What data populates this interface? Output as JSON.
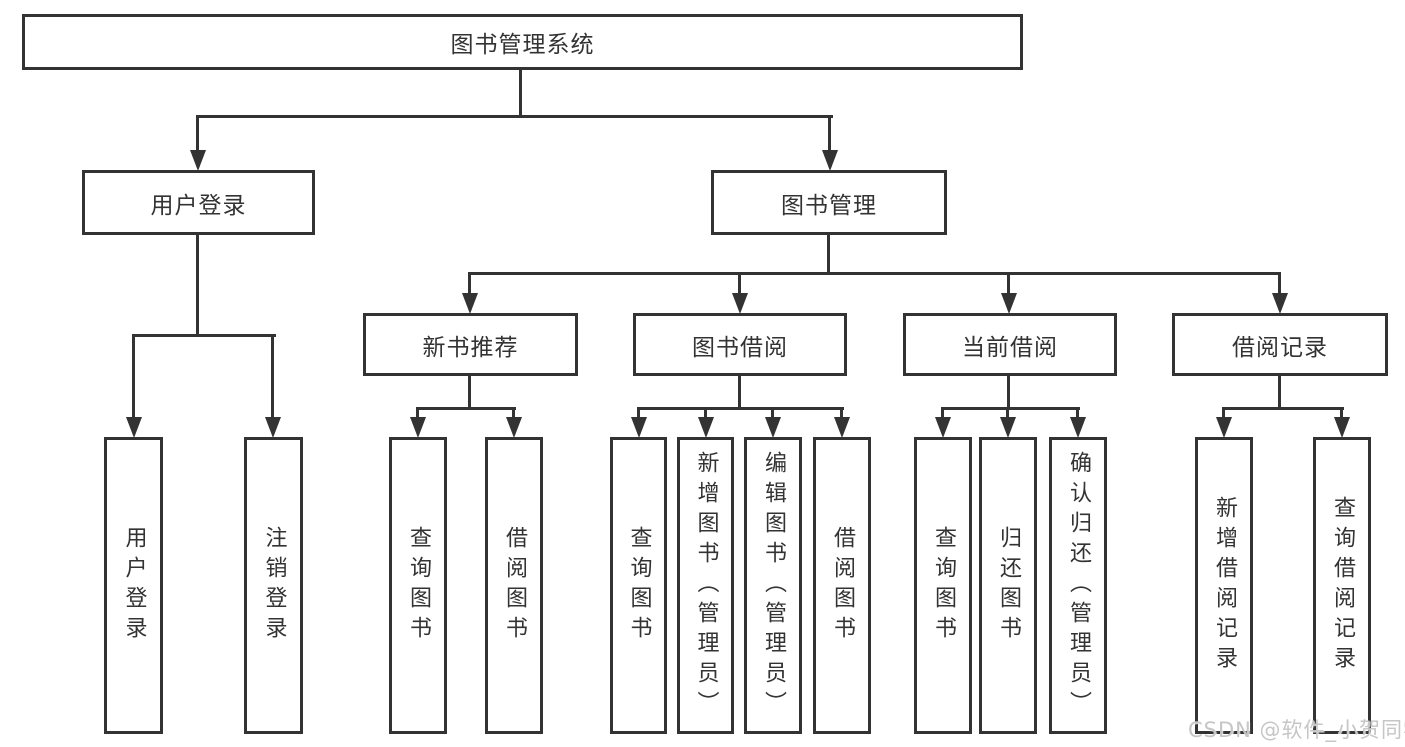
{
  "diagram": {
    "root": "图书管理系统",
    "level1": [
      "用户登录",
      "图书管理"
    ],
    "level2": [
      "新书推荐",
      "图书借阅",
      "当前借阅",
      "借阅记录"
    ],
    "leaves": {
      "user_login": [
        "用户登录",
        "注销登录"
      ],
      "new_book_recommend": [
        "查询图书",
        "借阅图书"
      ],
      "book_borrow": [
        "查询图书",
        "新增图书（管理员）",
        "编辑图书（管理员）",
        "借阅图书"
      ],
      "current_borrow": [
        "查询图书",
        "归还图书",
        "确认归还（管理员）"
      ],
      "borrow_record": [
        "新增借阅记录",
        "查询借阅记录"
      ]
    },
    "watermark": "CSDN @软件_小贺同学",
    "colors": {
      "line": "#333333",
      "text": "#333333",
      "watermark": "#c6c6c6",
      "background": "#ffffff"
    }
  }
}
